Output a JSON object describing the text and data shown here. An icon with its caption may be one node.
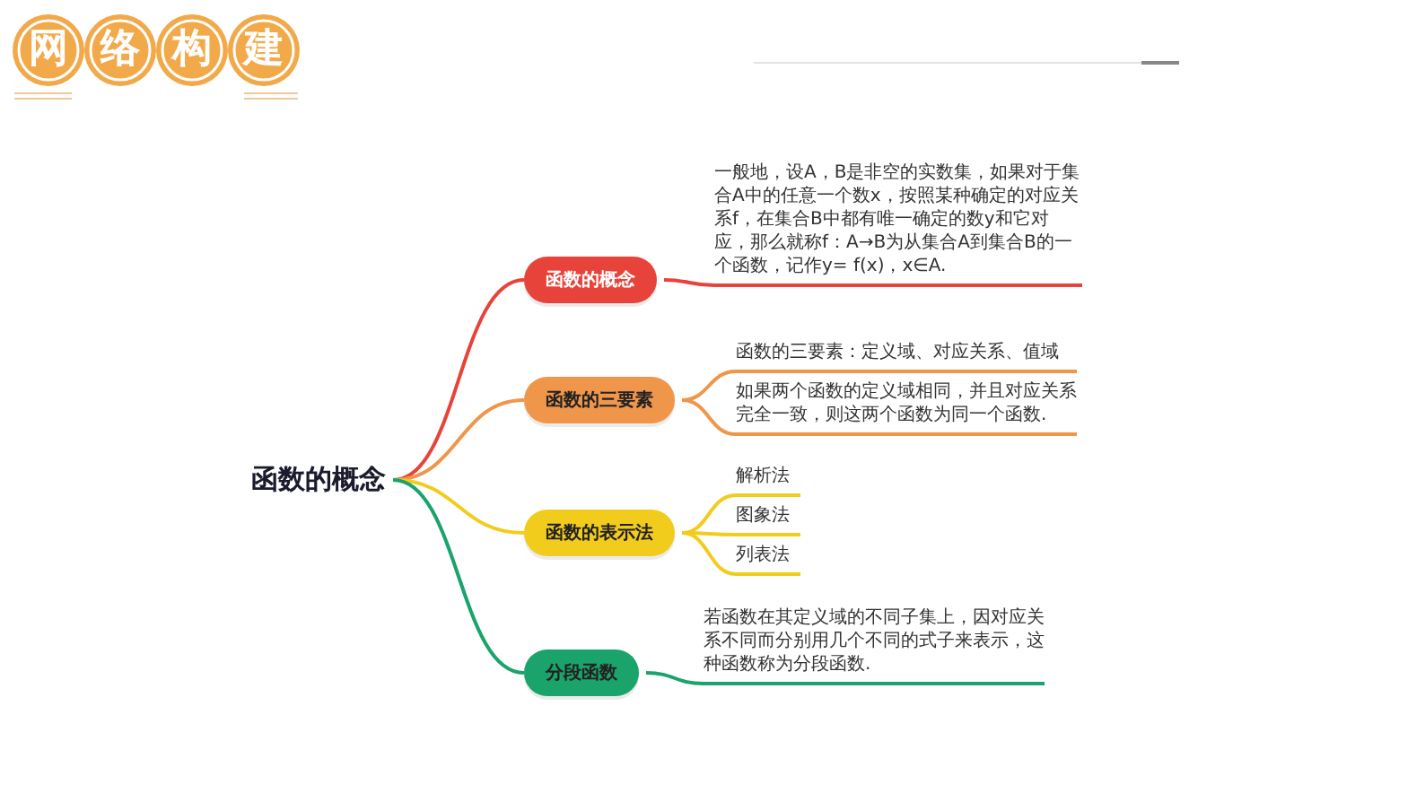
{
  "diagram": {
    "title": "网络构建",
    "nodes": [
      {
        "text": [
          "函数的概念"
        ]
      },
      {
        "text": [
          "函数的概念"
        ]
      },
      {
        "text": [
          "函数的三要素"
        ]
      },
      {
        "text": [
          "函数的表示法"
        ]
      },
      {
        "text": [
          "分段函数"
        ]
      },
      {
        "text": [
          "一般地，设A，B是非空的实数集，如果对于集合A中的任意一个数x，按照某种确定的对应关系f，在集合B中都有唯一确定的数y和它对应，那么就称f：A→B为从集合A到集合B的一个函数，记作y= f(x)，x∈A."
        ]
      },
      {
        "text": [
          "函数的三要素：定义域、对应关系、值域"
        ]
      },
      {
        "text": [
          "如果两个函数的定义域相同，并且对应关系完全一致，则这两个函数为同一个函数."
        ]
      },
      {
        "text": [
          "解析法"
        ]
      },
      {
        "text": [
          "图象法"
        ]
      },
      {
        "text": [
          "列表法"
        ]
      },
      {
        "text": [
          "若函数在其定义域的不同子集上，因对应关系不同而分别用几个不同的式子来表示，这种函数称为分段函数."
        ]
      }
    ],
    "edges": [
      {
        "from": 0,
        "to": 1,
        "arrow": "none",
        "color": "#e8433a"
      },
      {
        "from": 0,
        "to": 2,
        "arrow": "none",
        "color": "#f0964a"
      },
      {
        "from": 0,
        "to": 3,
        "arrow": "none",
        "color": "#f2cc1d"
      },
      {
        "from": 0,
        "to": 4,
        "arrow": "none",
        "color": "#1aa36a"
      },
      {
        "from": 1,
        "to": 5,
        "arrow": "none",
        "color": "#e8433a"
      },
      {
        "from": 2,
        "to": 6,
        "arrow": "none",
        "color": "#f0964a"
      },
      {
        "from": 2,
        "to": 7,
        "arrow": "none",
        "color": "#f0964a"
      },
      {
        "from": 3,
        "to": 8,
        "arrow": "none",
        "color": "#f2cc1d"
      },
      {
        "from": 3,
        "to": 9,
        "arrow": "none",
        "color": "#f2cc1d"
      },
      {
        "from": 3,
        "to": 10,
        "arrow": "none",
        "color": "#f2cc1d"
      },
      {
        "from": 4,
        "to": 11,
        "arrow": "none",
        "color": "#1aa36a"
      }
    ]
  }
}
